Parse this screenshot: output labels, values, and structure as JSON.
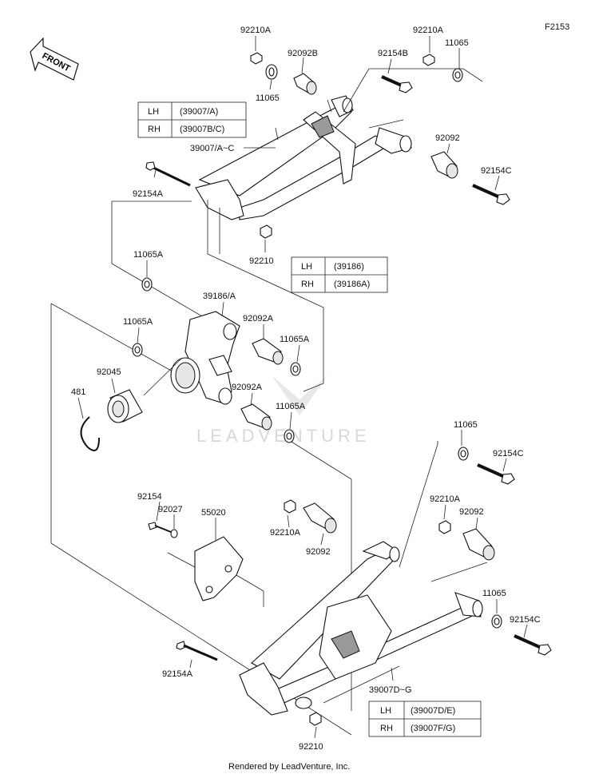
{
  "figure_code": "F2153",
  "front_label": "FRONT",
  "watermark": "LEADVENTURE",
  "footer": "Rendered by LeadVenture, Inc.",
  "labels": {
    "p92210A_1": "92210A",
    "p92210A_2": "92210A",
    "p92092B": "92092B",
    "p92154B": "92154B",
    "p11065_1": "11065",
    "p11065_2": "11065",
    "p39007AC": "39007/A~C",
    "p92092_1": "92092",
    "p92154C_1": "92154C",
    "p92154A_1": "92154A",
    "p92210_1": "92210",
    "p11065A_1": "11065A",
    "p39186A": "39186/A",
    "p11065A_2": "11065A",
    "p92092A_1": "92092A",
    "p11065A_3": "11065A",
    "p92045": "92045",
    "p481": "481",
    "p92092A_2": "92092A",
    "p11065A_4": "11065A",
    "p11065_3": "11065",
    "p92154C_2": "92154C",
    "p92154": "92154",
    "p92027": "92027",
    "p55020": "55020",
    "p92210A_3": "92210A",
    "p92092_2": "92092",
    "p92210A_4": "92210A",
    "p92092_3": "92092",
    "p11065_4": "11065",
    "p92154C_3": "92154C",
    "p92154A_2": "92154A",
    "p39007DG": "39007D~G",
    "p92210_2": "92210"
  },
  "tables": {
    "upper_arm": [
      {
        "side": "LH",
        "part": "(39007/A)"
      },
      {
        "side": "RH",
        "part": "(39007B/C)"
      }
    ],
    "knuckle": [
      {
        "side": "LH",
        "part": "(39186)"
      },
      {
        "side": "RH",
        "part": "(39186A)"
      }
    ],
    "lower_arm": [
      {
        "side": "LH",
        "part": "(39007D/E)"
      },
      {
        "side": "RH",
        "part": "(39007F/G)"
      }
    ]
  }
}
